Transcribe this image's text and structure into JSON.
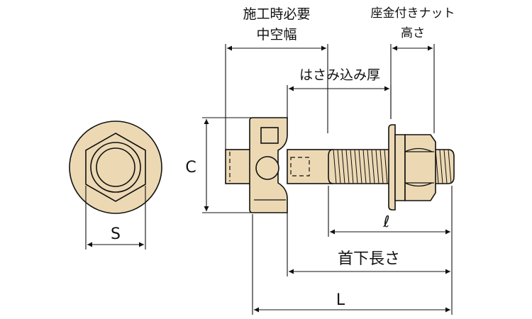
{
  "labels": {
    "wall_thickness_line1": "施工時必要",
    "wall_thickness_line2": "中空幅",
    "washer_nut_line1": "座金付きナット",
    "washer_nut_line2": "高さ",
    "grip": "はさみ込み厚",
    "c": "C",
    "s": "S",
    "ell": "ℓ",
    "under_head": "首下長さ",
    "total_l": "L"
  },
  "colors": {
    "part_fill": "#ecd9b4",
    "outline": "#111111"
  }
}
